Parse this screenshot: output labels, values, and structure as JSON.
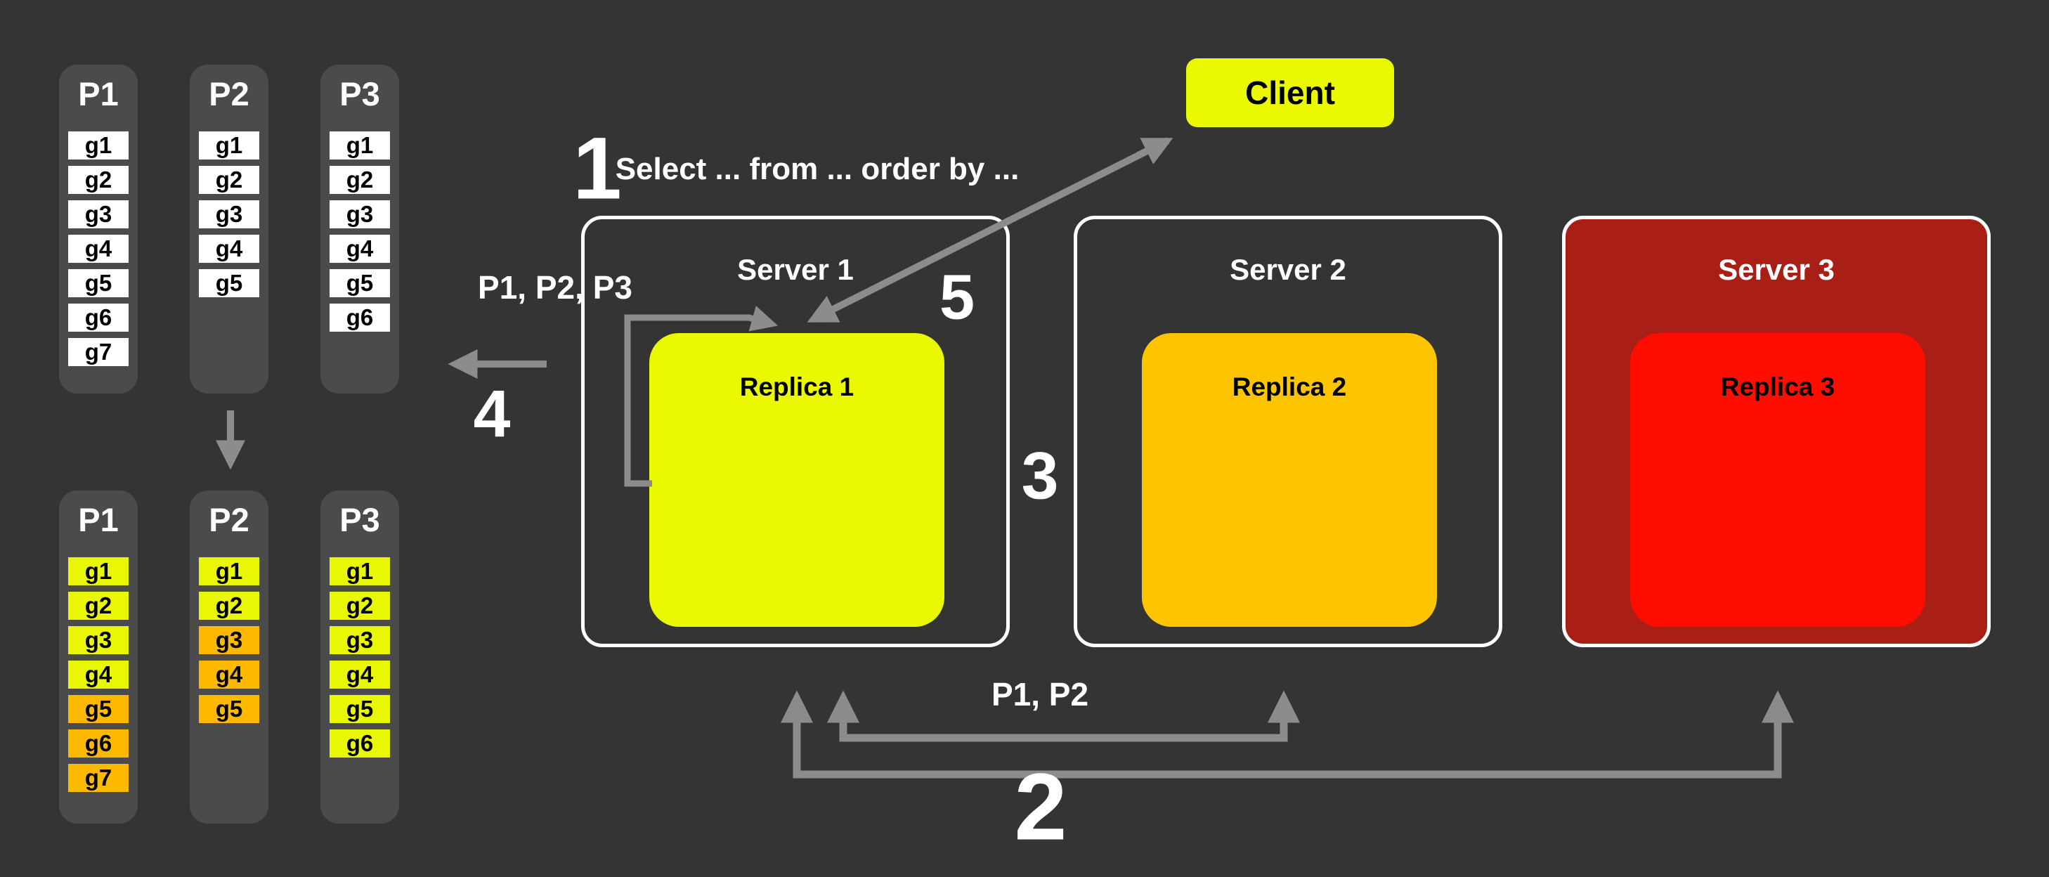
{
  "client": {
    "label": "Client"
  },
  "servers": [
    {
      "name": "Server 1",
      "replica_label": "Replica 1",
      "replica_color": "yellow",
      "fill": "none"
    },
    {
      "name": "Server 2",
      "replica_label": "Replica 2",
      "replica_color": "amber",
      "fill": "none"
    },
    {
      "name": "Server 3",
      "replica_label": "Replica 3",
      "replica_color": "red",
      "fill": "darkred"
    }
  ],
  "partitions_before": [
    {
      "label": "P1",
      "groups": [
        {
          "label": "g1",
          "color": "white"
        },
        {
          "label": "g2",
          "color": "white"
        },
        {
          "label": "g3",
          "color": "white"
        },
        {
          "label": "g4",
          "color": "white"
        },
        {
          "label": "g5",
          "color": "white"
        },
        {
          "label": "g6",
          "color": "white"
        },
        {
          "label": "g7",
          "color": "white"
        }
      ]
    },
    {
      "label": "P2",
      "groups": [
        {
          "label": "g1",
          "color": "white"
        },
        {
          "label": "g2",
          "color": "white"
        },
        {
          "label": "g3",
          "color": "white"
        },
        {
          "label": "g4",
          "color": "white"
        },
        {
          "label": "g5",
          "color": "white"
        }
      ]
    },
    {
      "label": "P3",
      "groups": [
        {
          "label": "g1",
          "color": "white"
        },
        {
          "label": "g2",
          "color": "white"
        },
        {
          "label": "g3",
          "color": "white"
        },
        {
          "label": "g4",
          "color": "white"
        },
        {
          "label": "g5",
          "color": "white"
        },
        {
          "label": "g6",
          "color": "white"
        }
      ]
    }
  ],
  "partitions_after": [
    {
      "label": "P1",
      "groups": [
        {
          "label": "g1",
          "color": "yellow"
        },
        {
          "label": "g2",
          "color": "yellow"
        },
        {
          "label": "g3",
          "color": "yellow"
        },
        {
          "label": "g4",
          "color": "yellow"
        },
        {
          "label": "g5",
          "color": "orange"
        },
        {
          "label": "g6",
          "color": "orange"
        },
        {
          "label": "g7",
          "color": "orange"
        }
      ]
    },
    {
      "label": "P2",
      "groups": [
        {
          "label": "g1",
          "color": "yellow"
        },
        {
          "label": "g2",
          "color": "yellow"
        },
        {
          "label": "g3",
          "color": "orange"
        },
        {
          "label": "g4",
          "color": "orange"
        },
        {
          "label": "g5",
          "color": "orange"
        }
      ]
    },
    {
      "label": "P3",
      "groups": [
        {
          "label": "g1",
          "color": "yellow"
        },
        {
          "label": "g2",
          "color": "yellow"
        },
        {
          "label": "g3",
          "color": "yellow"
        },
        {
          "label": "g4",
          "color": "yellow"
        },
        {
          "label": "g5",
          "color": "yellow"
        },
        {
          "label": "g6",
          "color": "yellow"
        }
      ]
    }
  ],
  "steps": {
    "1": {
      "number": "1",
      "query": "Select ... from ... order by ..."
    },
    "2": {
      "number": "2"
    },
    "3": {
      "number": "3"
    },
    "4": {
      "number": "4"
    },
    "5": {
      "number": "5"
    }
  },
  "labels": {
    "route": "P1, P2, P3",
    "fanout": "P1, P2"
  },
  "colors": {
    "background": "#343434",
    "partition_column": "#4b4b4b",
    "group_white": "#ffffff",
    "group_yellow": "#e9f705",
    "group_orange": "#fcb900",
    "replica1_yellow": "#ebf900",
    "replica2_amber": "#fdc500",
    "replica3_red": "#ff0d00",
    "server3_fill": "#aa1f15",
    "server_border": "#ffffff",
    "client_yellow": "#ebf900",
    "arrow_gray": "#8c8c8c",
    "text_light": "#ffffff",
    "text_dark": "#000000"
  }
}
